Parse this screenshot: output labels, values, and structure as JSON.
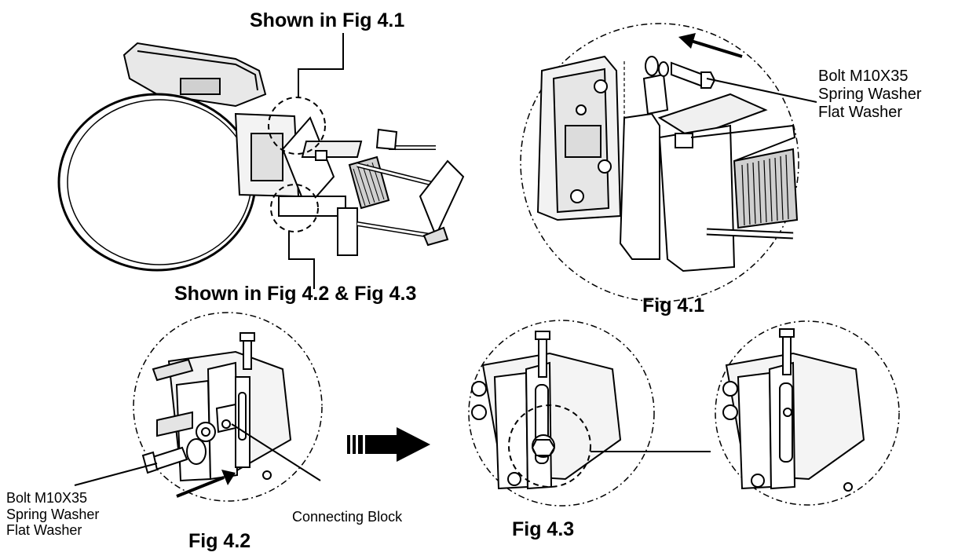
{
  "callouts": {
    "top": "Shown in Fig 4.1",
    "bottom": "Shown in Fig 4.2 & Fig 4.3"
  },
  "figures": {
    "fig41": "Fig 4.1",
    "fig42": "Fig 4.2",
    "fig43": "Fig 4.3"
  },
  "hardware_right": [
    "Bolt M10X35",
    "Spring Washer",
    "Flat Washer"
  ],
  "hardware_left": [
    "Bolt M10X35",
    "Spring Washer",
    "Flat Washer"
  ],
  "connecting_block": "Connecting Block"
}
